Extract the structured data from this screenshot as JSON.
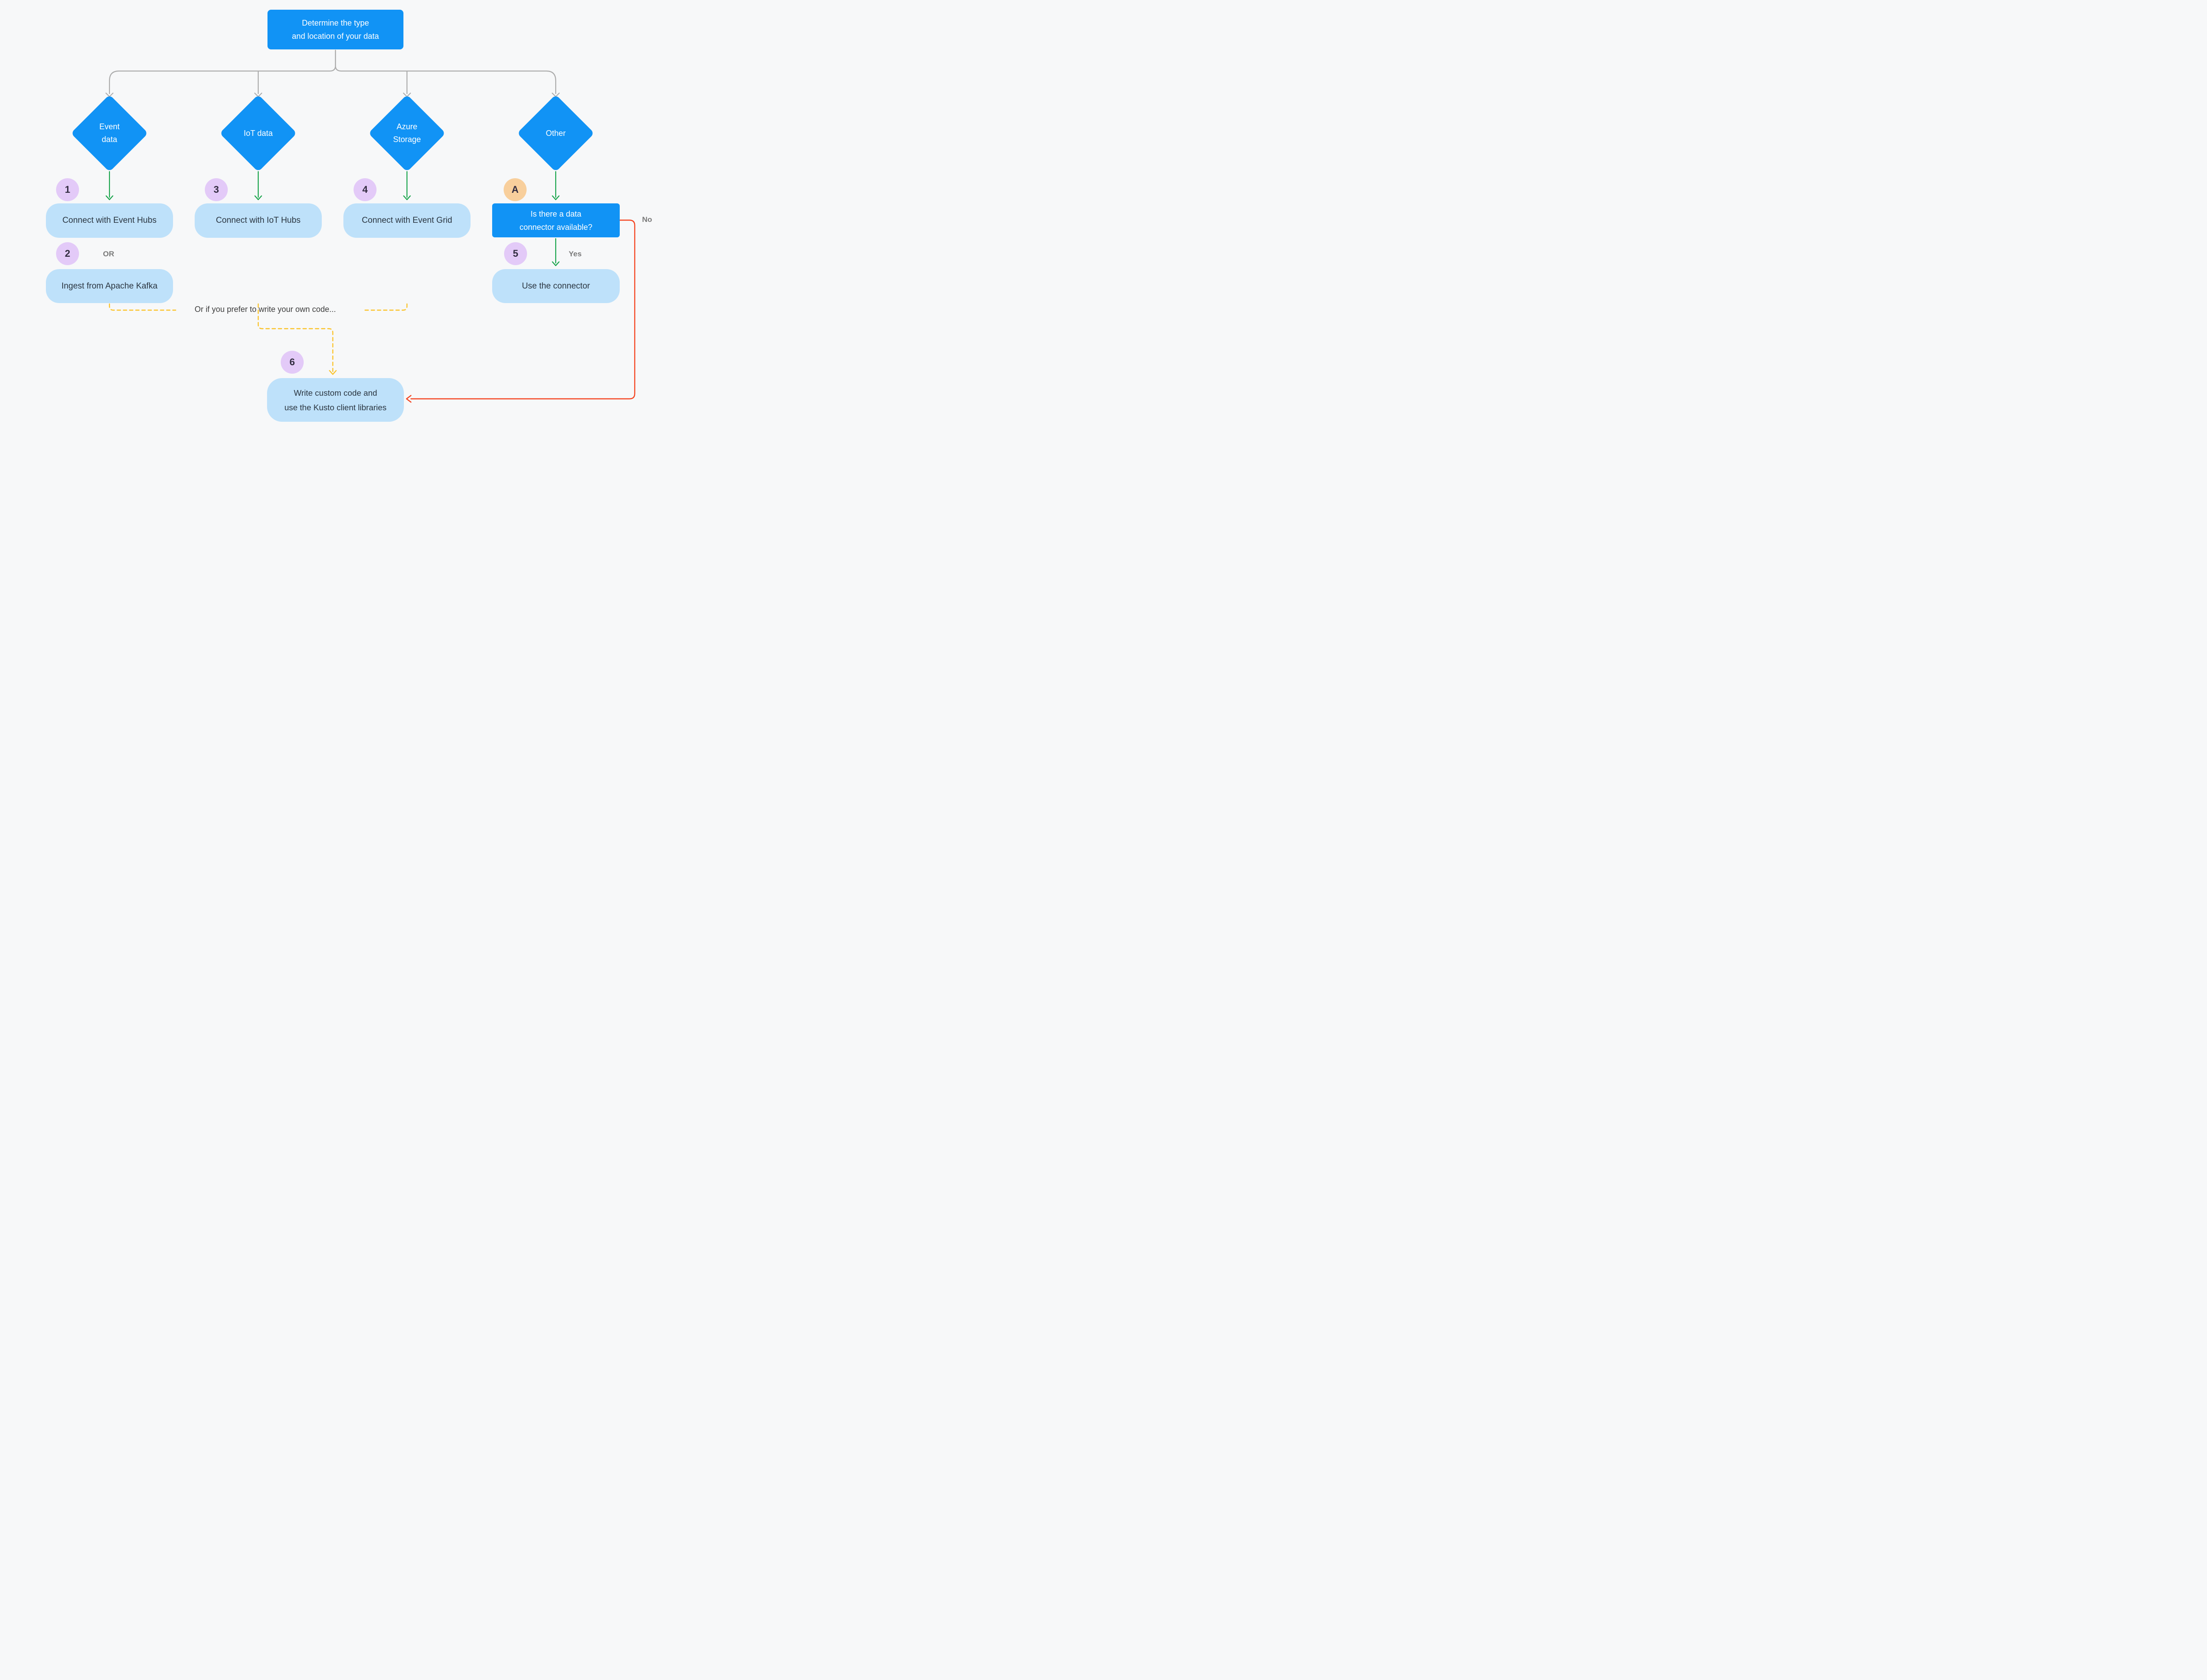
{
  "diagram_title": "Determine the type and location of your data - ingestion flowchart",
  "colors": {
    "bg": "#F7F8F9",
    "blue": "#1193F5",
    "lightblue": "#BEE1FA",
    "lavender": "#E3CAF8",
    "orange": "#F8CF9C",
    "green": "#17A34A",
    "yellow": "#FBC32A",
    "red": "#F44420",
    "line": "#ABABAB",
    "label": "#7A7A7A",
    "dark": "#2A3540",
    "badge": "#322C40",
    "note": "#3E3E3E",
    "white": "#FFFFFF"
  },
  "nodes": {
    "root": {
      "line1": "Determine the type",
      "line2": "and location of your data"
    },
    "diamond_event": {
      "line1": "Event",
      "line2": "data"
    },
    "diamond_iot": {
      "line1": "IoT data"
    },
    "diamond_storage": {
      "line1": "Azure",
      "line2": "Storage"
    },
    "diamond_other": {
      "line1": "Other"
    },
    "box_event_hubs": {
      "badge": "1",
      "label": "Connect with Event Hubs"
    },
    "box_kafka": {
      "badge": "2",
      "label": "Ingest from Apache Kafka"
    },
    "box_iot_hubs": {
      "badge": "3",
      "label": "Connect with IoT Hubs"
    },
    "box_event_grid": {
      "badge": "4",
      "label": "Connect with Event Grid"
    },
    "box_question": {
      "badge": "A",
      "line1": "Is there a data",
      "line2": "connector available?"
    },
    "box_use_connector": {
      "badge": "5",
      "label": "Use the connector"
    },
    "box_custom_code": {
      "badge": "6",
      "line1": "Write custom code and",
      "line2": "use the Kusto client libraries"
    }
  },
  "labels": {
    "or": "OR",
    "yes": "Yes",
    "no": "No",
    "own_code": "Or if you prefer to write your own code..."
  },
  "edges": [
    {
      "from": "root",
      "to": "diamond_event",
      "color": "gray",
      "style": "solid"
    },
    {
      "from": "root",
      "to": "diamond_iot",
      "color": "gray",
      "style": "solid"
    },
    {
      "from": "root",
      "to": "diamond_storage",
      "color": "gray",
      "style": "solid"
    },
    {
      "from": "root",
      "to": "diamond_other",
      "color": "gray",
      "style": "solid"
    },
    {
      "from": "diamond_event",
      "to": "box_event_hubs",
      "color": "green",
      "style": "solid"
    },
    {
      "from": "diamond_iot",
      "to": "box_iot_hubs",
      "color": "green",
      "style": "solid"
    },
    {
      "from": "diamond_storage",
      "to": "box_event_grid",
      "color": "green",
      "style": "solid"
    },
    {
      "from": "diamond_other",
      "to": "box_question",
      "color": "green",
      "style": "solid"
    },
    {
      "from": "box_question",
      "to": "box_use_connector",
      "label": "Yes",
      "color": "green",
      "style": "solid"
    },
    {
      "from": "box_question",
      "to": "box_custom_code",
      "label": "No",
      "color": "red",
      "style": "solid"
    },
    {
      "from": "box_kafka",
      "to": "own_code_note",
      "color": "yellow",
      "style": "dashed"
    },
    {
      "from": "box_event_grid",
      "to": "own_code_note",
      "color": "yellow",
      "style": "dashed"
    },
    {
      "from": "box_iot_hubs",
      "to": "box_custom_code",
      "color": "yellow",
      "style": "dashed"
    }
  ]
}
